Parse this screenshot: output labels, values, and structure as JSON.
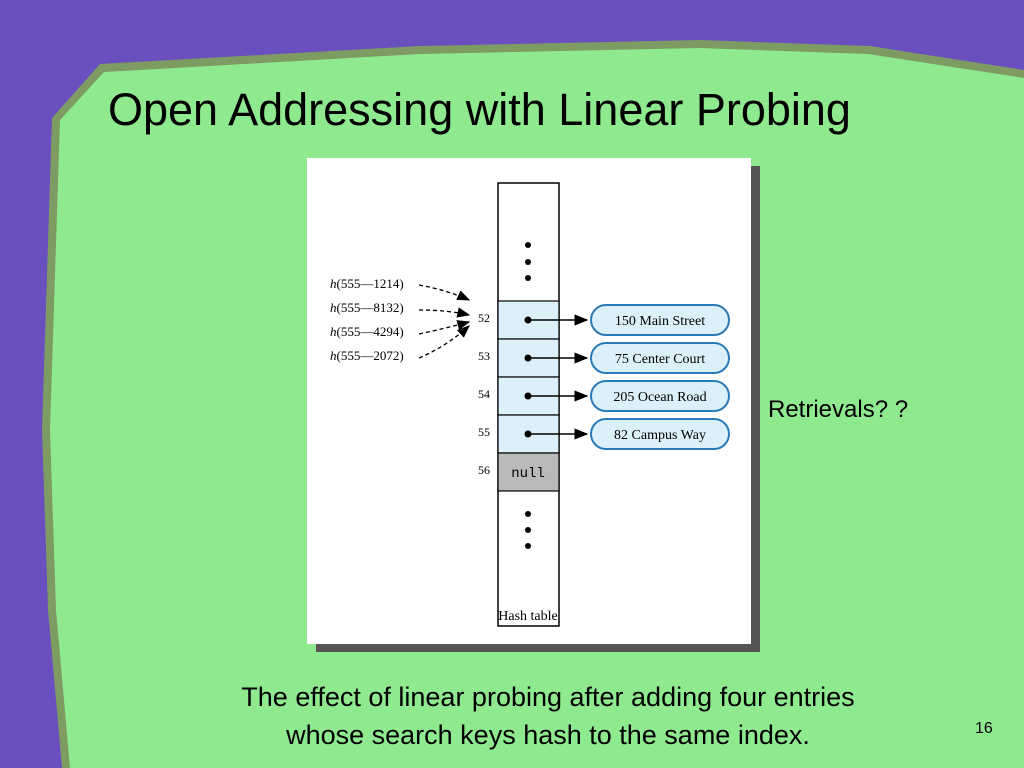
{
  "colors": {
    "background": "#6a4fbf",
    "panel": "#8fe98f",
    "panel_border": "#6c8a5a",
    "cell_fill": "#dcf0fa",
    "cell_border": "#2a7ab8",
    "null_fill": "#b9b9b9"
  },
  "slide": {
    "title": "Open Addressing with Linear Probing",
    "side_note": "Retrievals? ?",
    "caption_line1": "The effect of linear probing after adding four entries",
    "caption_line2": "whose search keys hash to the same index.",
    "slide_number": "16"
  },
  "figure": {
    "keys": [
      {
        "fn": "h",
        "arg": "(555—1214)"
      },
      {
        "fn": "h",
        "arg": "(555—8132)"
      },
      {
        "fn": "h",
        "arg": "(555—4294)"
      },
      {
        "fn": "h",
        "arg": "(555—2072)"
      }
    ],
    "indices": [
      "52",
      "53",
      "54",
      "55",
      "56"
    ],
    "entries": [
      "150 Main Street",
      "75 Center Court",
      "205 Ocean Road",
      "82 Campus Way"
    ],
    "null_label": "null",
    "table_label": "Hash table",
    "icons": [
      "vertical-ellipsis-icon",
      "arrow-right-icon",
      "dashed-arrow-icon"
    ]
  }
}
